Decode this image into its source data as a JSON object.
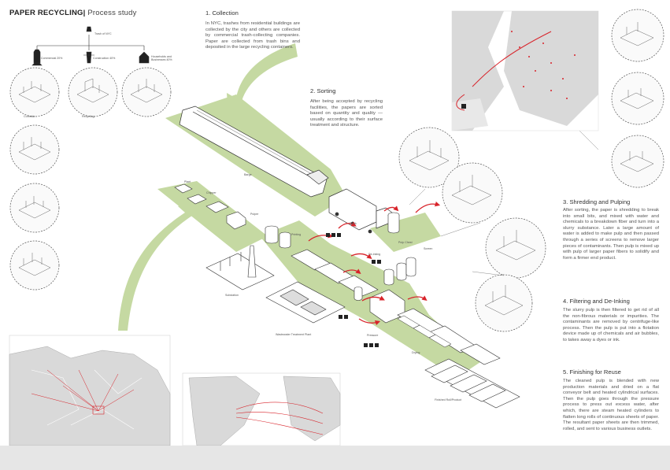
{
  "title": {
    "main": "PAPER RECYCLING",
    "separator": "|",
    "sub": "Process study"
  },
  "sections": {
    "collection": {
      "heading": "1. Collection",
      "body": "In NYC, trashes from residential buildings are collected by the city and others are collected by commercial trash-collecting companies. Paper are collected from trash bins and deposited in the large recycling containers."
    },
    "sorting": {
      "heading": "2. Sorting",
      "body": "After being accepted by recycling facilities, the papers are sorted based on quantity and quality — usually according to their surface treatment and structure."
    },
    "shredding": {
      "heading": "3. Shredding and Pulping",
      "body": "After sorting, the paper is shredding to break into small bits, and mixed with water and chemicals to a breakdown fiber and turn into a slurry substance. Later a large amount of water is added to make pulp and then passed through a series of screens to remove larger pieces of contaminants. Then pulp is mixed up with pulp of larger paper fibers to solidify and form a firmer end product."
    },
    "filtering": {
      "heading": "4. Filtering and De-Inking",
      "body": "The slurry pulp is then filtered to get rid of all the non-fibrous materials or impurities. The contaminants are removed by centrifuge-like process. Then the pulp is put into a flotation device made up of chemicals and air bubbles, to takes away a dyes or ink."
    },
    "finishing": {
      "heading": "5. Finishing for Reuse",
      "body": "The cleaned pulp is blended with new production materials and dried on a flat conveyor belt and heated cylindrical surfaces. Then the pulp goes through the pressure process to press out excess water, after which, there are steam heated cylinders to flatten long rolls of continuous sheets of paper. The resultant paper sheets are then trimmed, rolled, and sent to various business outlets."
    }
  },
  "sources": {
    "root": "Trash of NYC",
    "items": [
      "Commercial 20%",
      "Construction 40%",
      "Households and Businesses 40%"
    ]
  },
  "labels": {
    "barge": "Barge",
    "truck": "Truck",
    "plant": "Plant",
    "chipper": "Chipper",
    "pulper": "Pulper",
    "printing": "Printing",
    "drying": "Drying",
    "pressure": "Pressure",
    "substation": "Substation",
    "treatment": "Wastewater Treatment Plant",
    "paper_rolls": "Finished Roll/Product",
    "pulp_chest": "Pulp Chest",
    "de_inking": "De-inking",
    "screen": "Screen",
    "collector": "Curbside",
    "bins": "Recycling"
  },
  "colors": {
    "accent_green": "#c5d9a2",
    "arrow_red": "#d8232a",
    "map_land": "#d9d9d9",
    "line": "#333333"
  }
}
